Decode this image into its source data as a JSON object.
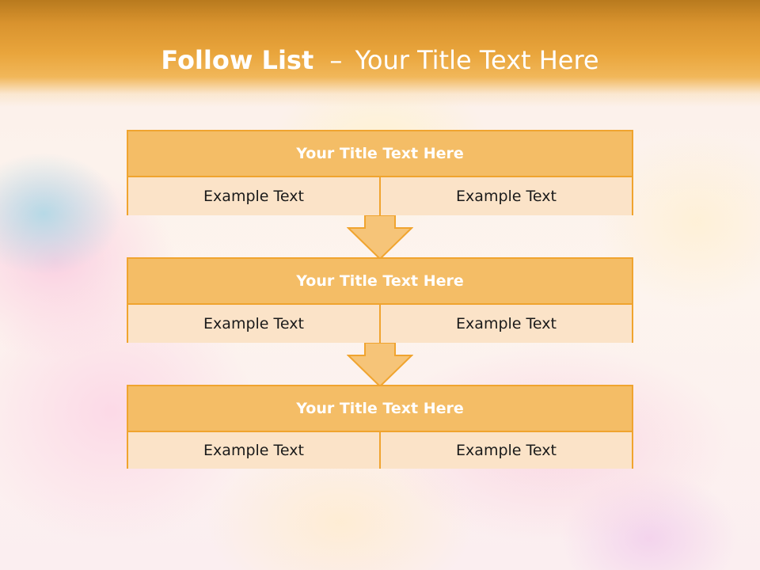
{
  "title": {
    "bold": "Follow List",
    "separator": "–",
    "rest": "Your Title Text Here"
  },
  "steps": [
    {
      "heading": "Your Title Text Here",
      "left": "Example Text",
      "right": "Example Text"
    },
    {
      "heading": "Your Title Text Here",
      "left": "Example Text",
      "right": "Example Text"
    },
    {
      "heading": "Your Title Text Here",
      "left": "Example Text",
      "right": "Example Text"
    }
  ],
  "colors": {
    "header": "#e9a53c",
    "box_border": "#f0a42f",
    "box_heading_fill": "#f4bd66",
    "box_cell_fill": "#fbe3c8",
    "arrow_fill": "#f6c478"
  }
}
